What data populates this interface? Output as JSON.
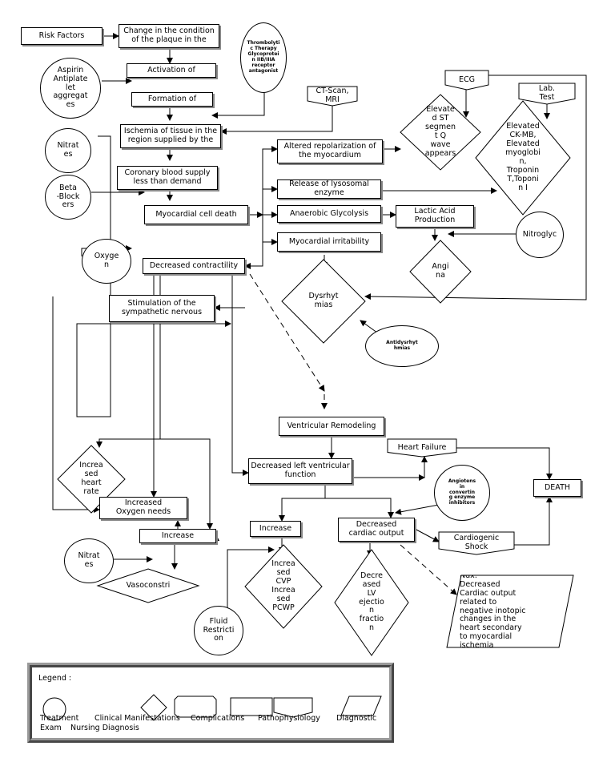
{
  "diagram": {
    "nodes": [
      {
        "id": "risk_factors",
        "shape": "rect",
        "text": "Risk Factors"
      },
      {
        "id": "change_plaque",
        "shape": "rect",
        "text": "Change in the condition\nof the plaque in the"
      },
      {
        "id": "thrombolytic",
        "shape": "circle",
        "text": "Thrombolyti\nc Therapy\nGlycoprotei\nn IIB/IIIA\nreceptor\nantagonist"
      },
      {
        "id": "activation",
        "shape": "rect",
        "text": "Activation of"
      },
      {
        "id": "aspirin",
        "shape": "circle",
        "text": "Aspirin\nAntiplate\nlet\naggregat\nes"
      },
      {
        "id": "formation",
        "shape": "rect",
        "text": "Formation of"
      },
      {
        "id": "ct_scan",
        "shape": "pentagon",
        "text": "CT-Scan,\nMRI"
      },
      {
        "id": "ecg",
        "shape": "pentagon",
        "text": "ECG"
      },
      {
        "id": "lab_test",
        "shape": "pentagon",
        "text": "Lab.\nTest"
      },
      {
        "id": "nitrates_top",
        "shape": "circle",
        "text": "Nitrat\nes"
      },
      {
        "id": "ischemia",
        "shape": "rect",
        "text": "Ischemia of tissue in the\nregion supplied by the"
      },
      {
        "id": "elevated_st",
        "shape": "diamond",
        "text": "Elevate\nd ST\nsegmen\nt Q\nwave\nappears"
      },
      {
        "id": "elevated_ck",
        "shape": "diamond",
        "text": "Elevated\nCK-MB,\nElevated\nmyoglobi\nn,\nTroponin\nT,Toponi\nn I"
      },
      {
        "id": "altered_repol",
        "shape": "rect",
        "text": "Altered repolarization of\nthe myocardium"
      },
      {
        "id": "beta_blockers",
        "shape": "circle",
        "text": "Beta\n-Block\ners"
      },
      {
        "id": "coronary",
        "shape": "rect",
        "text": "Coronary blood supply\nless than demand"
      },
      {
        "id": "lysosomal",
        "shape": "rect",
        "text": "Release of lysosomal\nenzyme"
      },
      {
        "id": "cell_death",
        "shape": "rect",
        "text": "Myocardial cell death"
      },
      {
        "id": "anaerobic",
        "shape": "rect",
        "text": "Anaerobic Glycolysis"
      },
      {
        "id": "lactic",
        "shape": "rect",
        "text": "Lactic Acid\nProduction"
      },
      {
        "id": "nitroglyc",
        "shape": "circle",
        "text": "Nitroglyc"
      },
      {
        "id": "irritability",
        "shape": "rect",
        "text": "Myocardial irritability"
      },
      {
        "id": "oxygen",
        "shape": "circle",
        "text": "Oxyge\nn"
      },
      {
        "id": "angina",
        "shape": "diamond",
        "text": "Angi\nna"
      },
      {
        "id": "decreased_contract",
        "shape": "rect",
        "text": "Decreased contractility"
      },
      {
        "id": "dysrhythmias",
        "shape": "diamond",
        "text": "Dysrhyt\nmias"
      },
      {
        "id": "stimulation",
        "shape": "rect",
        "text": "Stimulation of the\nsympathetic nervous"
      },
      {
        "id": "antidysrhythmias",
        "shape": "circle",
        "text": "Antidysrhyt\nhmias"
      },
      {
        "id": "ventricular_remod",
        "shape": "rect",
        "text": "Ventricular Remodeling"
      },
      {
        "id": "heart_failure",
        "shape": "pentagon",
        "text": "Heart Failure"
      },
      {
        "id": "increased_hr",
        "shape": "diamond",
        "text": "Increa\nsed\nheart\nrate"
      },
      {
        "id": "decreased_lv",
        "shape": "rect",
        "text": "Decreased left ventricular\nfunction"
      },
      {
        "id": "ace",
        "shape": "circle",
        "text": "Angiotens\nin\nconvertin\ng enzyme\ninhibitors"
      },
      {
        "id": "death",
        "shape": "rect",
        "text": "DEATH"
      },
      {
        "id": "increased_o2",
        "shape": "rect",
        "text": "Increased\nOxygen needs"
      },
      {
        "id": "increase_mid",
        "shape": "rect",
        "text": "Increase"
      },
      {
        "id": "decreased_co",
        "shape": "rect",
        "text": "Decreased\ncardiac output"
      },
      {
        "id": "cardiogenic",
        "shape": "pentagon",
        "text": "Cardiogenic\nShock"
      },
      {
        "id": "increase_left",
        "shape": "rect",
        "text": "Increase"
      },
      {
        "id": "nitrates_bottom",
        "shape": "circle",
        "text": "Nitrat\nes"
      },
      {
        "id": "vasoconstri",
        "shape": "diamond",
        "text": "Vasoconstri"
      },
      {
        "id": "cvp",
        "shape": "diamond",
        "text": "Increa\nsed\nCVP\nIncrea\nsed\nPCWP"
      },
      {
        "id": "lv_ejection",
        "shape": "diamond",
        "text": "Decre\nased\nLV\nejectio\nn\nfractio\nn"
      },
      {
        "id": "fluid",
        "shape": "circle",
        "text": "Fluid\nRestricti\non"
      },
      {
        "id": "ndx",
        "shape": "parallelogram",
        "text": "Ndx:\nDecreased\nCardiac output\nrelated to\nnegative inotopic\nchanges in the\nheart secondary\nto myocardial\nischemia"
      }
    ]
  },
  "legend": {
    "title": "Legend :",
    "items": [
      {
        "shape": "circle",
        "label": "Treatment"
      },
      {
        "shape": "diamond",
        "label": "Clinical Manifestations"
      },
      {
        "shape": "octagon",
        "label": "Complications"
      },
      {
        "shape": "rect",
        "label": "Pathophysiology"
      },
      {
        "shape": "pentagon",
        "label": "Diagnostic"
      },
      {
        "shape": "parallelogram",
        "label": "Nursing Diagnosis"
      }
    ],
    "exam_label": "Exam"
  }
}
